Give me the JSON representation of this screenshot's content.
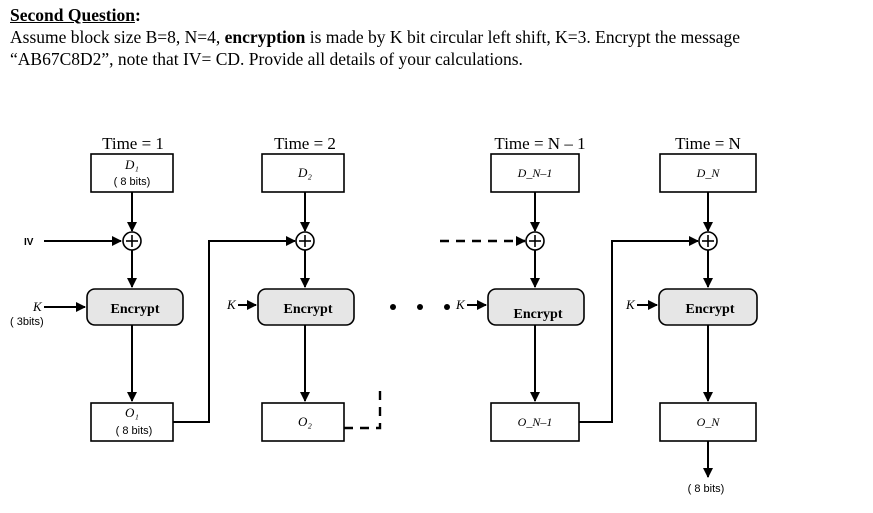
{
  "question": {
    "heading": "Second Question",
    "colon": ":",
    "line1_before": "Assume block size B=8, N=4, ",
    "line1_bold": "encryption",
    "line1_after": " is made by K bit circular left shift, K=3. Encrypt the message",
    "line2": "“AB67C8D2”, note that IV= CD. Provide all details of your calculations."
  },
  "diagram": {
    "columns": [
      {
        "time": "Time = 1",
        "input": "D₁",
        "input_note": "( 8 bits)",
        "encrypt": "Encrypt",
        "output": "O₁",
        "output_note": "( 8 bits)"
      },
      {
        "time": "Time = 2",
        "input": "D₂",
        "encrypt": "Encrypt",
        "output": "O₂"
      },
      {
        "time": "Time = N – 1",
        "input": "D_N–1",
        "encrypt": "Encrypt",
        "output": "O_N–1"
      },
      {
        "time": "Time = N",
        "input": "D_N",
        "encrypt": "Encrypt",
        "output": "O_N",
        "output_note": "( 8 bits)"
      }
    ],
    "iv_label": "IV",
    "key_label": "K",
    "key_note": "( 3bits)",
    "xor_symbol": "+"
  }
}
